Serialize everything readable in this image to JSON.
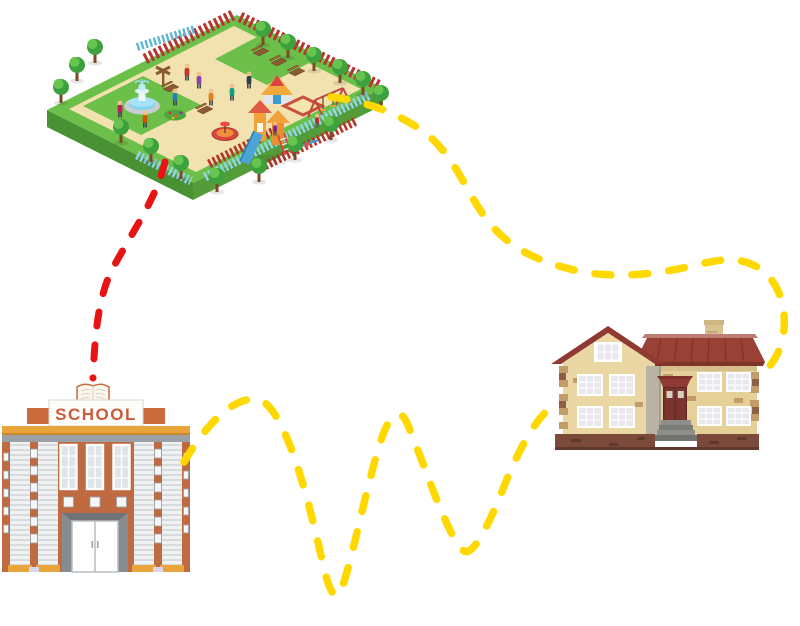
{
  "scene": {
    "kind": "route-illustration",
    "locations": {
      "playground": {
        "name": "playground"
      },
      "school": {
        "name": "school",
        "sign_label": "SCHOOL"
      },
      "house": {
        "name": "house"
      }
    },
    "paths": {
      "playground_school": {
        "from": "playground",
        "to": "school",
        "style": "dashed",
        "color": "#E81313"
      },
      "playground_house": {
        "from": "playground",
        "to": "house",
        "style": "dashed",
        "color": "#FFD800"
      },
      "school_house": {
        "from": "school",
        "to": "house",
        "style": "dashed",
        "color": "#FFD800"
      }
    },
    "palette": {
      "grass": "#6CC04A",
      "grass_side": "#4A9134",
      "sand": "#F2E2B0",
      "fence_red": "#B5362D",
      "fence_blue": "#8FD4E8",
      "school_brick": "#BF6A41",
      "school_gold": "#E9A43C",
      "school_gray": "#9AA0A5",
      "school_sign_text": "#CD5A38",
      "house_roof": "#9A4136",
      "house_wall": "#EAD7A3",
      "house_base": "#7C4A3B"
    }
  }
}
